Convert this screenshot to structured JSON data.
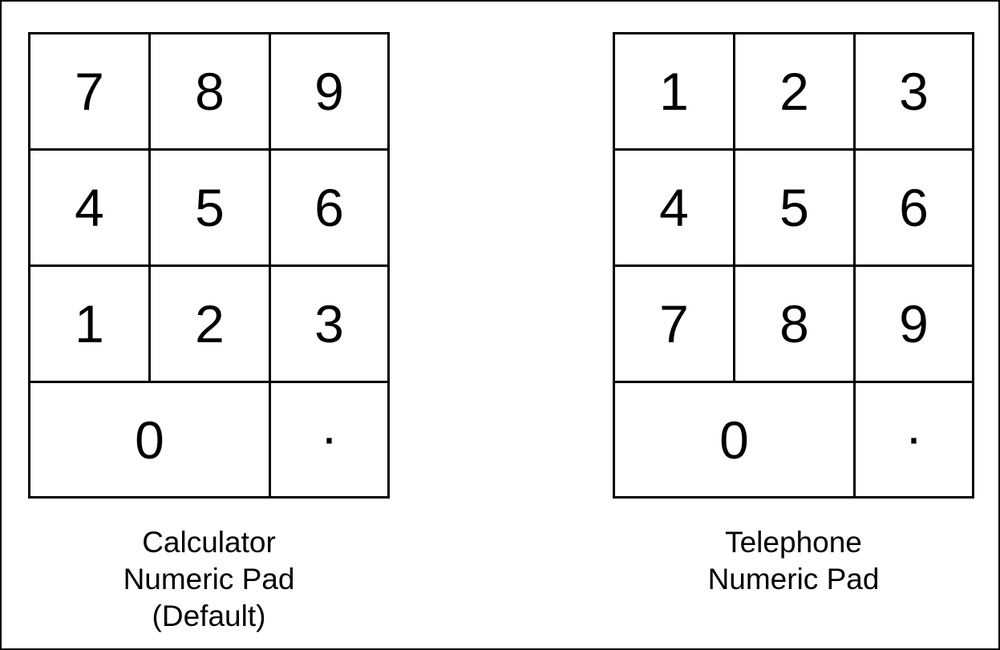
{
  "calculator_pad": {
    "rows": [
      [
        "7",
        "8",
        "9"
      ],
      [
        "4",
        "5",
        "6"
      ],
      [
        "1",
        "2",
        "3"
      ]
    ],
    "zero": "0",
    "decimal": "·",
    "caption": [
      "Calculator",
      "Numeric Pad",
      "(Default)"
    ]
  },
  "telephone_pad": {
    "rows": [
      [
        "1",
        "2",
        "3"
      ],
      [
        "4",
        "5",
        "6"
      ],
      [
        "7",
        "8",
        "9"
      ]
    ],
    "zero": "0",
    "decimal": "·",
    "caption": [
      "Telephone",
      "Numeric Pad"
    ]
  }
}
